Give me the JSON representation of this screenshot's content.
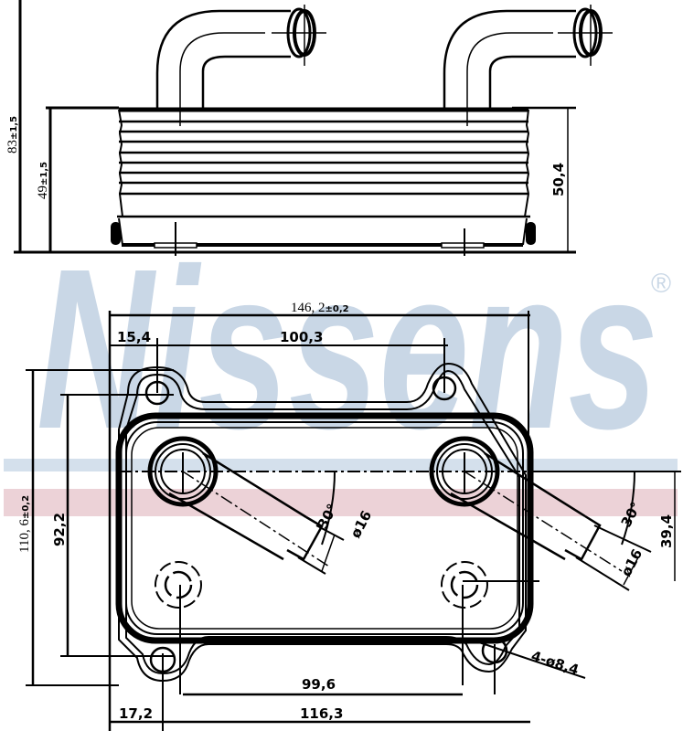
{
  "watermark": {
    "brand": "Nissens",
    "registered_mark": "®",
    "color": "#c9d7e6",
    "band_blue": "#d4e0ec",
    "band_red": "#ecd2d7"
  },
  "side_view": {
    "dimensions": {
      "overall_height": "83",
      "overall_height_tol": "±1,5",
      "body_height": "49",
      "body_height_tol": "±1,5",
      "right_height": "50,4"
    }
  },
  "top_view": {
    "dimensions": {
      "overall_width": "146, 2",
      "overall_width_tol": "±0,2",
      "left_offset_top": "15,4",
      "hole_spacing_top": "100,3",
      "overall_depth": "110, 6",
      "overall_depth_tol": "±0,2",
      "inner_depth": "92,2",
      "port_angle_left": "30°",
      "port_diameter_left": "ø16",
      "port_angle_right": "30°",
      "port_diameter_right": "ø16",
      "port_offset_right": "39,4",
      "mount_holes": "4-ø8,4",
      "hole_spacing_bottom": "99,6",
      "left_offset_bottom": "17,2",
      "overall_hole_span_bottom": "116,3"
    }
  }
}
